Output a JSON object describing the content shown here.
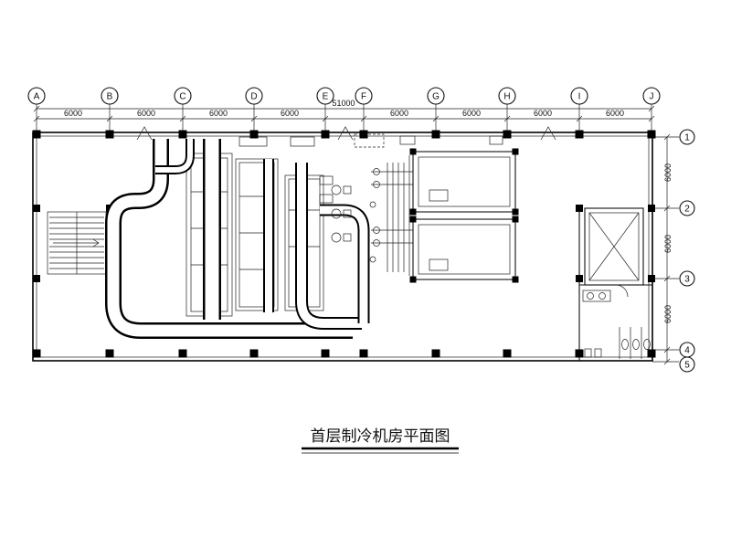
{
  "title": {
    "text": "首层制冷机房平面图"
  },
  "grid": {
    "top_letters": [
      "A",
      "B",
      "C",
      "D",
      "E",
      "F",
      "G",
      "H",
      "I",
      "J"
    ],
    "right_numbers": [
      "1",
      "2",
      "3",
      "4",
      "5"
    ],
    "top_dims": [
      "6000",
      "6000",
      "6000",
      "6000",
      "6000",
      "6000",
      "6000",
      "6000"
    ],
    "top_total": "51000",
    "right_dims": [
      "6000",
      "6000",
      "6000"
    ]
  }
}
